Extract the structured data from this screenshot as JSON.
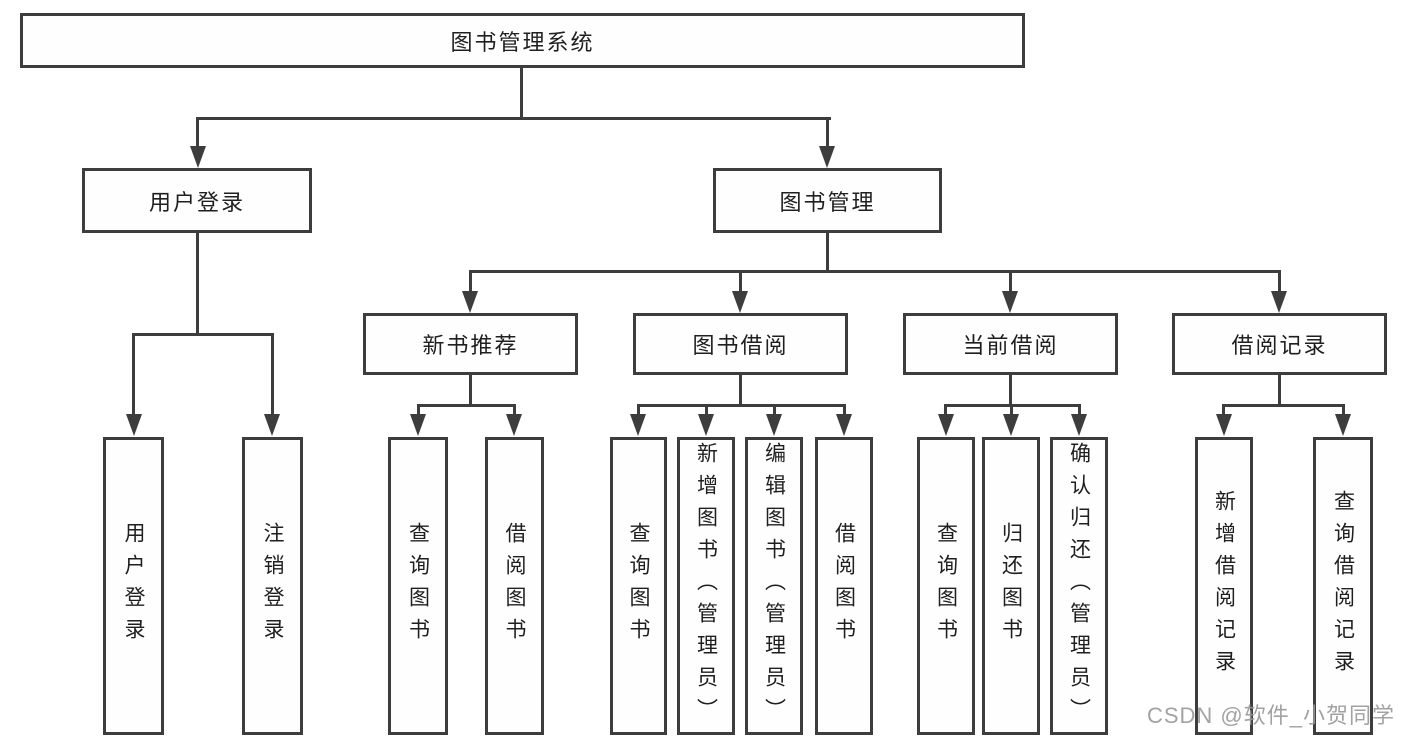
{
  "tree": {
    "root": {
      "label": "图书管理系统",
      "children": [
        {
          "label": "用户登录",
          "children": [
            {
              "label": "用户登录"
            },
            {
              "label": "注销登录"
            }
          ]
        },
        {
          "label": "图书管理",
          "children": [
            {
              "label": "新书推荐",
              "children": [
                {
                  "label": "查询图书"
                },
                {
                  "label": "借阅图书"
                }
              ]
            },
            {
              "label": "图书借阅",
              "children": [
                {
                  "label": "查询图书"
                },
                {
                  "label": "新增图书（管理员）"
                },
                {
                  "label": "编辑图书（管理员）"
                },
                {
                  "label": "借阅图书"
                }
              ]
            },
            {
              "label": "当前借阅",
              "children": [
                {
                  "label": "查询图书"
                },
                {
                  "label": "归还图书"
                },
                {
                  "label": "确认归还（管理员）"
                }
              ]
            },
            {
              "label": "借阅记录",
              "children": [
                {
                  "label": "新增借阅记录"
                },
                {
                  "label": "查询借阅记录"
                }
              ]
            }
          ]
        }
      ]
    }
  },
  "watermark": {
    "text": "CSDN @软件_小贺同学"
  },
  "colors": {
    "line": "#3d3d3d",
    "box_border": "#3d3d3d",
    "text": "#1f1f1f",
    "watermark": "#989898",
    "background": "#ffffff"
  }
}
